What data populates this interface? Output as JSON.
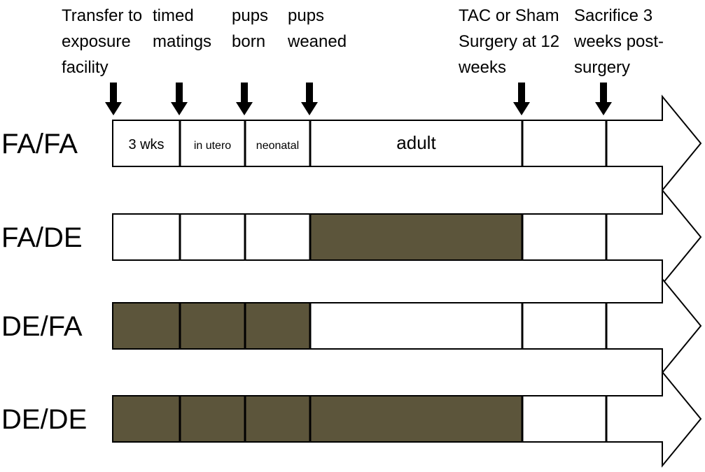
{
  "events": [
    {
      "lines": [
        "Transfer to",
        "exposure",
        "facility"
      ]
    },
    {
      "lines": [
        "timed",
        "matings"
      ]
    },
    {
      "lines": [
        "pups",
        "born"
      ]
    },
    {
      "lines": [
        "pups",
        "weaned"
      ]
    },
    {
      "lines": [
        "TAC or Sham",
        "Surgery at 12",
        "weeks"
      ]
    },
    {
      "lines": [
        "Sacrifice 3",
        "weeks post-",
        "surgery"
      ]
    }
  ],
  "segments": [
    "3 wks",
    "in utero",
    "neonatal",
    "adult",
    "",
    ""
  ],
  "rows": [
    {
      "label": "FA/FA",
      "filled": [
        false,
        false,
        false,
        false,
        false,
        false
      ]
    },
    {
      "label": "FA/DE",
      "filled": [
        false,
        false,
        false,
        true,
        false,
        false
      ]
    },
    {
      "label": "DE/FA",
      "filled": [
        true,
        true,
        true,
        false,
        false,
        false
      ]
    },
    {
      "label": "DE/DE",
      "filled": [
        true,
        true,
        true,
        true,
        false,
        false
      ]
    }
  ],
  "colors": {
    "exposed": "#5c553b",
    "unexposed": "#ffffff",
    "stroke": "#000000"
  },
  "icons": {
    "event_marker": "arrow-down-icon",
    "timeline_head": "arrow-right-icon"
  }
}
